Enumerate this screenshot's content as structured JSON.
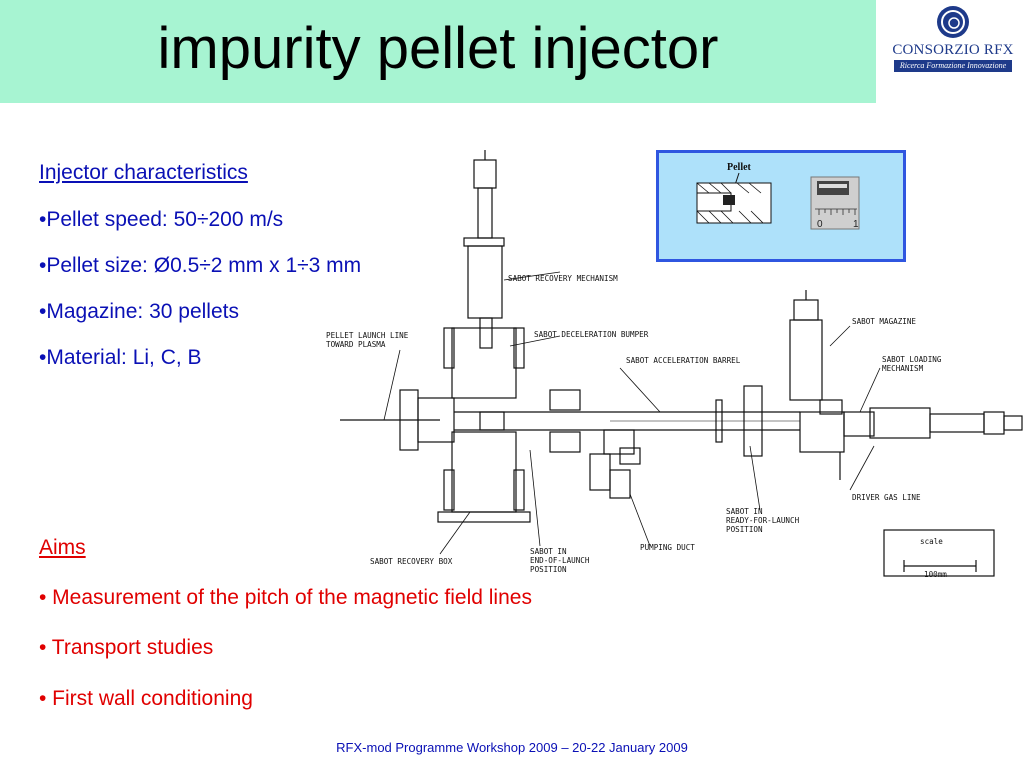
{
  "slide": {
    "title": "impurity pellet injector",
    "footer": "RFX-mod Programme Workshop 2009 – 20-22 January 2009",
    "colors": {
      "title_bg": "#a7f4d2",
      "text_blue": "#0a10b5",
      "text_red": "#e00000",
      "photo_bg": "#aee1fa",
      "photo_border": "#2f56e0"
    }
  },
  "logo": {
    "name": "CONSORZIO RFX",
    "tagline": "Ricerca Formazione Innovazione",
    "icon": "rfx-logo-icon"
  },
  "characteristics": {
    "heading": "Injector characteristics",
    "items": [
      "•Pellet speed: 50÷200 m/s",
      "•Pellet size: Ø0.5÷2 mm x 1÷3 mm",
      "•Magazine: 30 pellets",
      "•Material: Li, C, B"
    ]
  },
  "aims": {
    "heading": "Aims",
    "items": [
      "• Measurement of the pitch of the magnetic field lines",
      "• Transport studies",
      "• First wall conditioning"
    ]
  },
  "photo": {
    "label": "Pellet",
    "ruler_numbers": [
      "0",
      "1"
    ]
  },
  "diagram": {
    "labels": {
      "sabot_recovery_mechanism": "SABOT RECOVERY MECHANISM",
      "pellet_launch_line_1": "PELLET LAUNCH LINE",
      "pellet_launch_line_2": "TOWARD PLASMA",
      "sabot_deceleration_bumper": "SABOT DECELERATION BUMPER",
      "sabot_acceleration_barrel": "SABOT ACCELERATION BARREL",
      "sabot_magazine": "SABOT MAGAZINE",
      "sabot_loading_1": "SABOT LOADING",
      "sabot_loading_2": "MECHANISM",
      "driver_gas_line": "DRIVER GAS LINE",
      "ready_1": "SABOT IN",
      "ready_2": "READY-FOR-LAUNCH",
      "ready_3": "POSITION",
      "pumping_duct": "PUMPING DUCT",
      "end_1": "SABOT IN",
      "end_2": "END-OF-LAUNCH",
      "end_3": "POSITION",
      "sabot_recovery_box": "SABOT RECOVERY BOX"
    },
    "scale_label": "scale",
    "scale_value": "100mm"
  }
}
